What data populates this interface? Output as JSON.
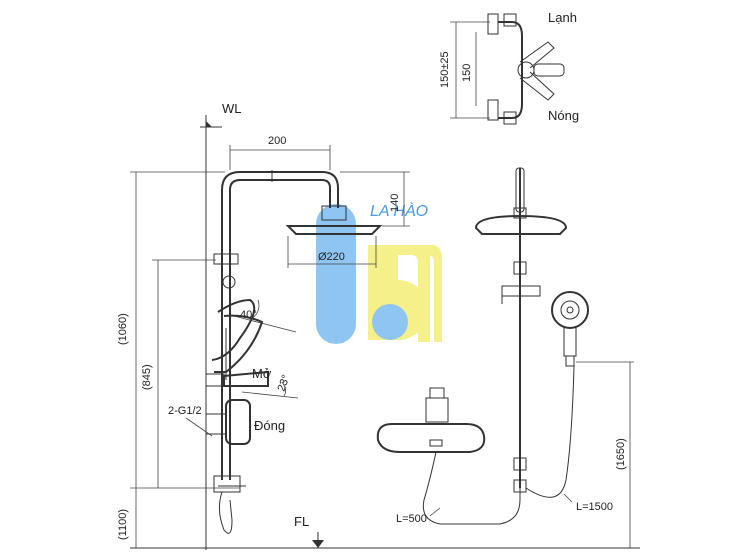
{
  "labels": {
    "wl": "WL",
    "fl": "FL",
    "dim_200": "200",
    "dim_140": "140",
    "dim_220": "Ø220",
    "dim_1060": "(1060)",
    "dim_845": "(845)",
    "dim_1100": "(1100)",
    "dim_1650": "(1650)",
    "dim_150": "150",
    "dim_150_tol": "150±25",
    "angle_40": "40°",
    "angle_23": "23°",
    "mo": "Mở",
    "dong": "Đóng",
    "g12": "2-G1/2",
    "lanh": "Lạnh",
    "nong": "Nóng",
    "l500": "L=500",
    "l1500": "L=1500"
  },
  "logo": {
    "text": "LA HÀO",
    "blue": "#8ec5f2",
    "yellow": "#f5f08a"
  },
  "colors": {
    "line": "#333333"
  }
}
